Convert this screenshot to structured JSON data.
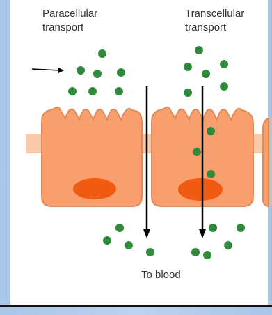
{
  "labels": {
    "paracellular": [
      "Paracellular",
      "transport"
    ],
    "transcellular": [
      "Transcellular",
      "transport"
    ],
    "to_blood": "To blood"
  },
  "colors": {
    "cell_fill": "#f89f6d",
    "cell_outline": "#e38a5a",
    "nucleus": "#f05a12",
    "junction": "#f8c9a8",
    "particle": "#2f8a3c",
    "arrow": "#000000"
  }
}
